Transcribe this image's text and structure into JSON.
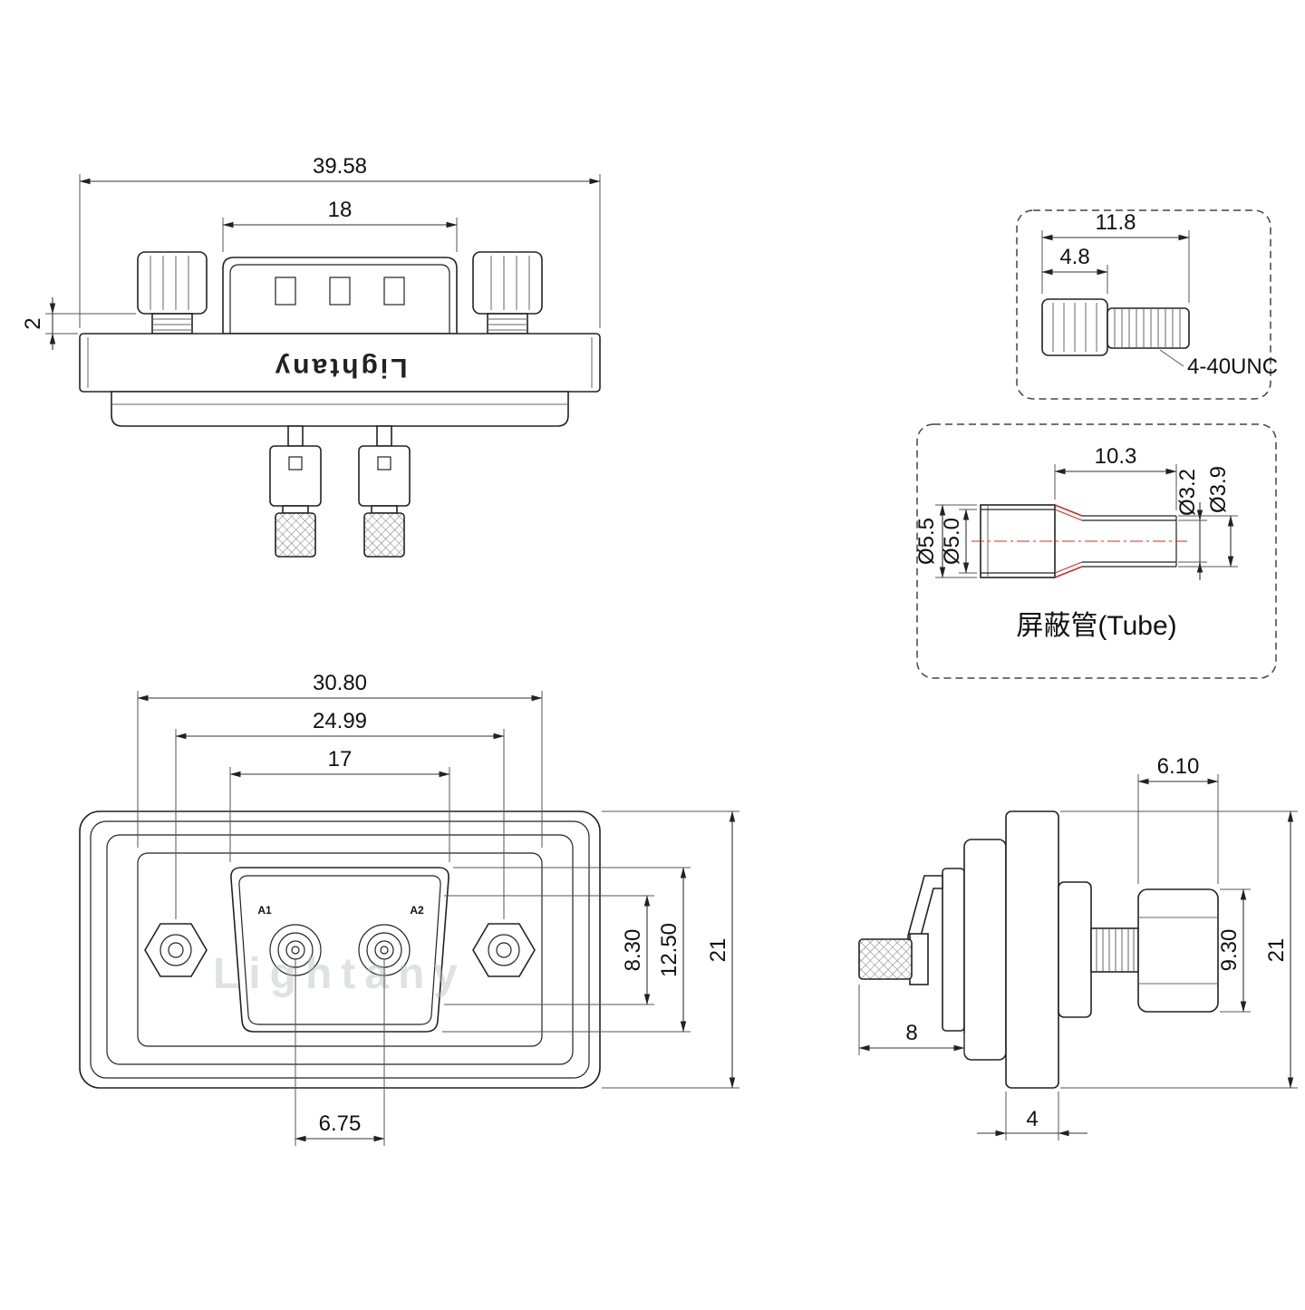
{
  "drawing": {
    "brand_top": "Lightany",
    "watermark": "Lightany",
    "top_view": {
      "dim_overall": "39.58",
      "dim_shell": "18",
      "dim_standoff": "2"
    },
    "screw_detail": {
      "dim_length": "11.8",
      "dim_head": "4.8",
      "thread": "4-40UNC"
    },
    "tube_detail": {
      "dim_length": "10.3",
      "dim_id_small": "Ø3.2",
      "dim_od_small": "Ø3.9",
      "dim_od_large": "Ø5.5",
      "dim_id_large": "Ø5.0",
      "label": "屏蔽管(Tube)"
    },
    "front_view": {
      "dim_w1": "30.80",
      "dim_w2": "24.99",
      "dim_w3": "17",
      "dim_pitch": "6.75",
      "dim_h1": "8.30",
      "dim_h2": "12.50",
      "dim_h3": "21",
      "contact_a1": "A1",
      "contact_a2": "A2"
    },
    "side_view": {
      "dim_head_len": "6.10",
      "dim_head_dia": "9.30",
      "dim_height": "21",
      "dim_tail": "8",
      "dim_flange": "4"
    }
  }
}
